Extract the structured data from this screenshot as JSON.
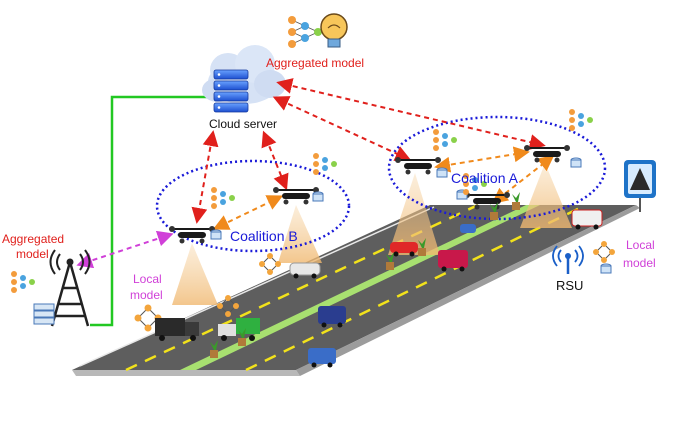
{
  "cloud": {
    "label": "Cloud server",
    "aggregated_label": "Aggregated model"
  },
  "coalition_a": {
    "label": "Coalition A"
  },
  "coalition_b": {
    "label": "Coalition B"
  },
  "base_station": {
    "aggregated_label_line1": "Aggregated",
    "aggregated_label_line2": "model"
  },
  "local_model_left": {
    "line1": "Local",
    "line2": "model"
  },
  "local_model_right": {
    "line1": "Local",
    "line2": "model"
  },
  "rsu": {
    "label": "RSU"
  },
  "colors": {
    "road": "#5a5a5a",
    "road_edge": "#c8c8c8",
    "lane_line": "#f2e21b",
    "grass": "#a8e070",
    "coalition_ring": "#1a1ad8",
    "cloud_link": "#e0201c",
    "uav_link": "#f08a1c",
    "bs_link": "#d040d8",
    "wired_link": "#22c822"
  }
}
